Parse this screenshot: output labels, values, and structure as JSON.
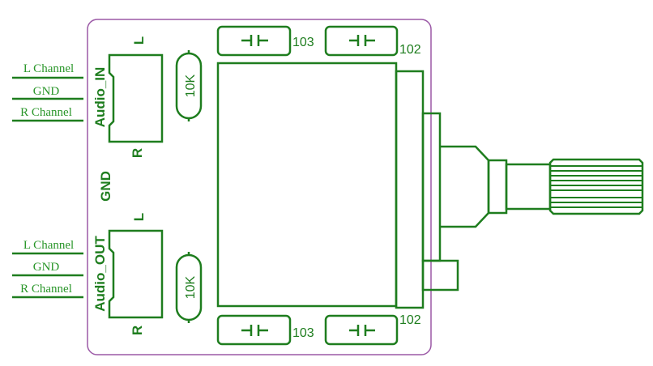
{
  "colors": {
    "trace": "#1e7d1e",
    "text": "#2a962a",
    "board_outline": "#9b59a6"
  },
  "inputs": {
    "label": "Audio_IN",
    "pin_top": "L",
    "pin_bottom": "R",
    "wires": [
      "L Channel",
      "GND",
      "R Channel"
    ],
    "resistor": "10K"
  },
  "outputs": {
    "label": "Audio_OUT",
    "pin_top": "L",
    "pin_bottom": "R",
    "wires": [
      "L Channel",
      "GND",
      "R Channel"
    ],
    "resistor": "10K"
  },
  "gnd_label": "GND",
  "capacitors": {
    "top_left": "103",
    "top_right": "102",
    "bottom_left": "103",
    "bottom_right": "102"
  }
}
